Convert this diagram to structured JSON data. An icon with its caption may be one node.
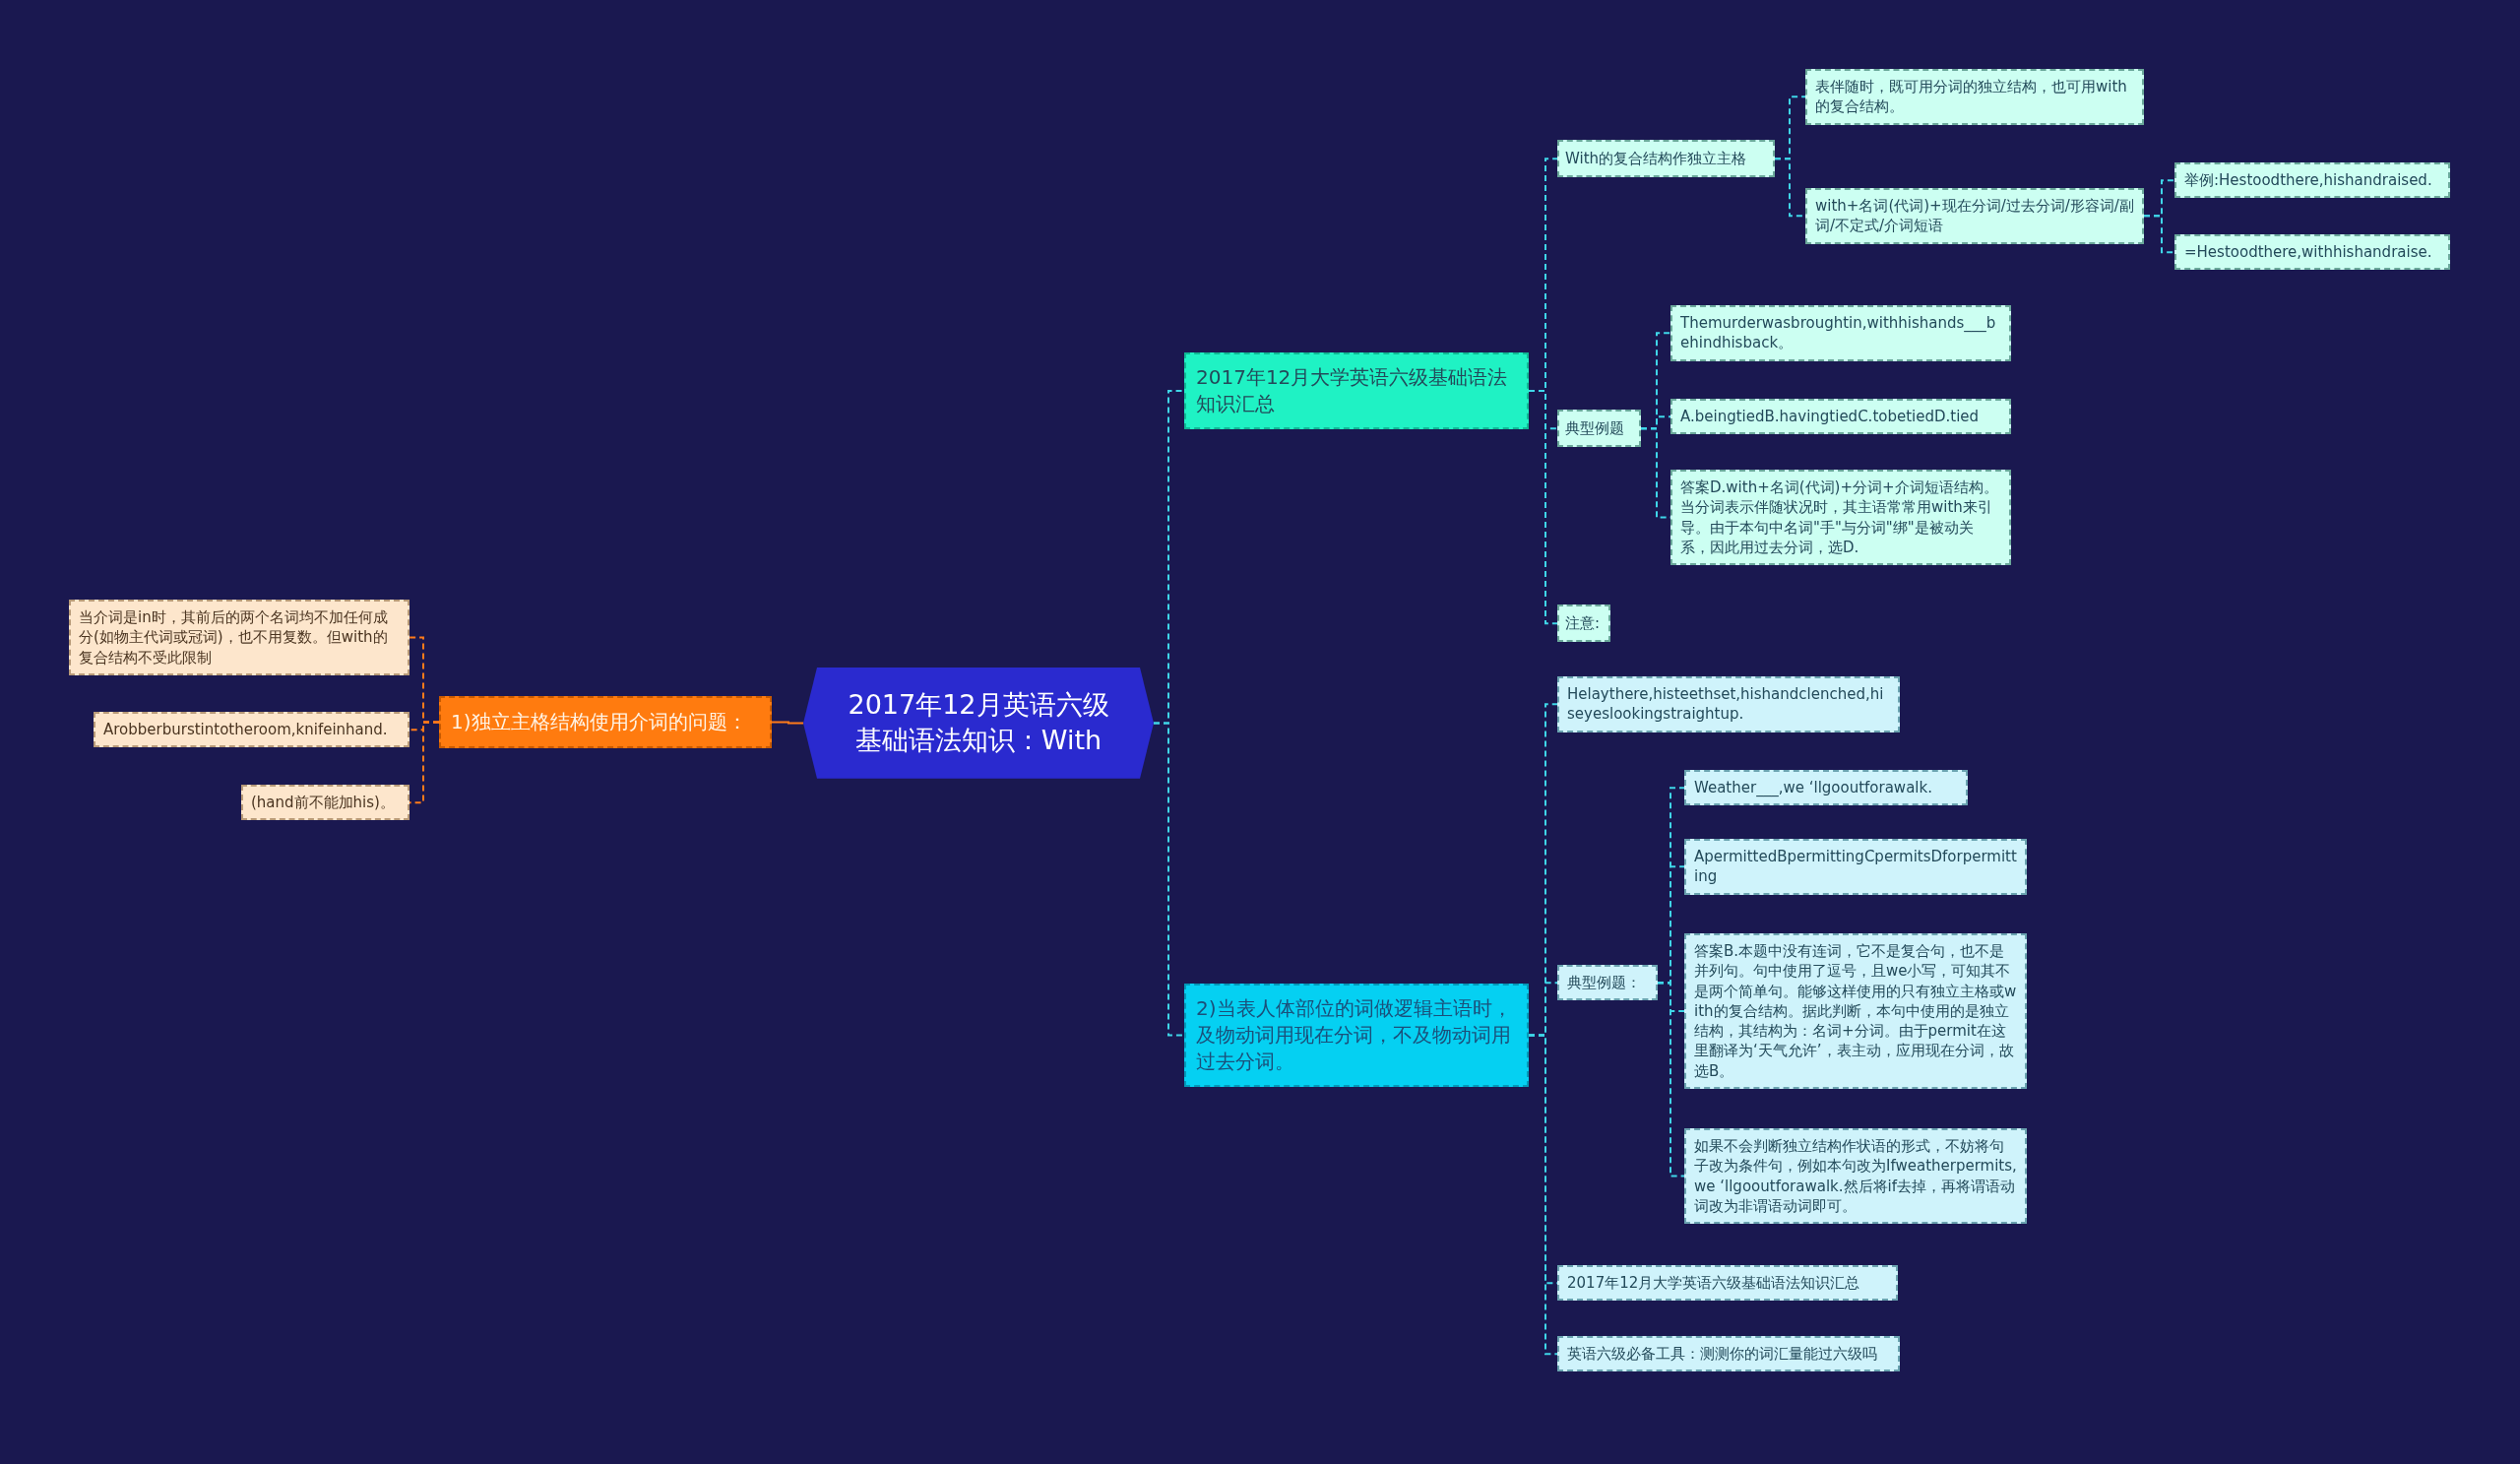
{
  "diagram": {
    "nodes": [
      {
        "text": [
          "2017年12月英语六级基础语法知识：With"
        ]
      },
      {
        "text": [
          "2017年12月大学英语六级基础语法知识汇总"
        ]
      },
      {
        "text": [
          "With的复合结构作独立主格"
        ]
      },
      {
        "text": [
          "表伴随时，既可用分词的独立结构，也可用with的复合结构。"
        ]
      },
      {
        "text": [
          "with+名词(代词)+现在分词/过去分词/形容词/副词/不定式/介词短语"
        ]
      },
      {
        "text": [
          "举例:Hestoodthere,hishandraised."
        ]
      },
      {
        "text": [
          "=Hestoodthere,withhishandraise."
        ]
      },
      {
        "text": [
          "典型例题"
        ]
      },
      {
        "text": [
          "Themurderwasbroughtin,withhishands___behindhisback。"
        ]
      },
      {
        "text": [
          "A.beingtiedB.havingtiedC.tobetiedD.tied"
        ]
      },
      {
        "text": [
          "答案D.with+名词(代词)+分词+介词短语结构。当分词表示伴随状况时，其主语常常用with来引导。由于本句中名词\"手\"与分词\"绑\"是被动关系，因此用过去分词，选D."
        ]
      },
      {
        "text": [
          "注意:"
        ]
      },
      {
        "text": [
          "2)当表人体部位的词做逻辑主语时，及物动词用现在分词，不及物动词用过去分词。"
        ]
      },
      {
        "text": [
          "Helaythere,histeethset,hishandclenched,hiseyeslookingstraightup."
        ]
      },
      {
        "text": [
          "典型例题："
        ]
      },
      {
        "text": [
          "Weather___,we ‘llgooutforawalk."
        ]
      },
      {
        "text": [
          "ApermittedBpermittingCpermitsDforpermitting"
        ]
      },
      {
        "text": [
          "答案B.本题中没有连词，它不是复合句，也不是并列句。句中使用了逗号，且we小写，可知其不是两个简单句。能够这样使用的只有独立主格或with的复合结构。据此判断，本句中使用的是独立结构，其结构为：名词+分词。由于permit在这里翻译为‘天气允许’，表主动，应用现在分词，故选B。"
        ]
      },
      {
        "text": [
          "如果不会判断独立结构作状语的形式，不妨将句子改为条件句，例如本句改为Ifweatherpermits,we ‘llgooutforawalk.然后将if去掉，再将谓语动词改为非谓语动词即可。"
        ]
      },
      {
        "text": [
          "2017年12月大学英语六级基础语法知识汇总"
        ]
      },
      {
        "text": [
          "英语六级必备工具：测测你的词汇量能过六级吗"
        ]
      },
      {
        "text": [
          "1)独立主格结构使用介词的问题："
        ]
      },
      {
        "text": [
          "当介词是in时，其前后的两个名词均不加任何成分(如物主代词或冠词)，也不用复数。但with的复合结构不受此限制"
        ]
      },
      {
        "text": [
          "Arobberburstintotheroom,knifeinhand."
        ]
      },
      {
        "text": [
          "(hand前不能加his)。"
        ]
      }
    ],
    "edges": [
      {
        "from": 0,
        "to": 1,
        "arrow": "none",
        "style": "dashed"
      },
      {
        "from": 0,
        "to": 12,
        "arrow": "none",
        "style": "dashed"
      },
      {
        "from": 0,
        "to": 21,
        "arrow": "none",
        "color": "#ff7b1a"
      },
      {
        "from": 1,
        "to": 2,
        "arrow": "none",
        "style": "dashed"
      },
      {
        "from": 1,
        "to": 7,
        "arrow": "none",
        "style": "dashed"
      },
      {
        "from": 1,
        "to": 11,
        "arrow": "none",
        "style": "dashed"
      },
      {
        "from": 2,
        "to": 3,
        "arrow": "none",
        "style": "dashed"
      },
      {
        "from": 2,
        "to": 4,
        "arrow": "none",
        "style": "dashed"
      },
      {
        "from": 4,
        "to": 5,
        "arrow": "none",
        "style": "dashed"
      },
      {
        "from": 4,
        "to": 6,
        "arrow": "none",
        "style": "dashed"
      },
      {
        "from": 7,
        "to": 8,
        "arrow": "none",
        "style": "dashed"
      },
      {
        "from": 7,
        "to": 9,
        "arrow": "none",
        "style": "dashed"
      },
      {
        "from": 7,
        "to": 10,
        "arrow": "none",
        "style": "dashed"
      },
      {
        "from": 12,
        "to": 13,
        "arrow": "none",
        "style": "dashed"
      },
      {
        "from": 12,
        "to": 14,
        "arrow": "none",
        "style": "dashed"
      },
      {
        "from": 12,
        "to": 19,
        "arrow": "none",
        "style": "dashed"
      },
      {
        "from": 12,
        "to": 20,
        "arrow": "none",
        "style": "dashed"
      },
      {
        "from": 14,
        "to": 15,
        "arrow": "none",
        "style": "dashed"
      },
      {
        "from": 14,
        "to": 16,
        "arrow": "none",
        "style": "dashed"
      },
      {
        "from": 14,
        "to": 17,
        "arrow": "none",
        "style": "dashed"
      },
      {
        "from": 14,
        "to": 18,
        "arrow": "none",
        "style": "dashed"
      },
      {
        "from": 21,
        "to": 22,
        "arrow": "none",
        "style": "dashed",
        "color": "#ff7b1a"
      },
      {
        "from": 21,
        "to": 23,
        "arrow": "none",
        "style": "dashed",
        "color": "#ff7b1a"
      },
      {
        "from": 21,
        "to": 24,
        "arrow": "none",
        "style": "dashed",
        "color": "#ff7b1a"
      }
    ]
  }
}
